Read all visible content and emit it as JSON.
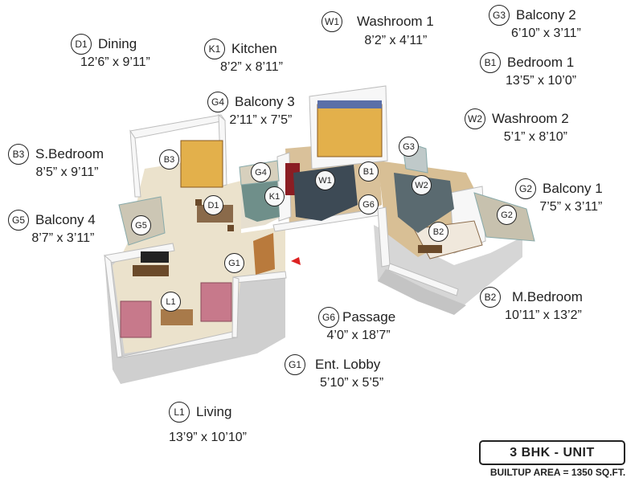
{
  "rooms": [
    {
      "code": "W1",
      "name": "Washroom 1",
      "size": "8’2” x 4’11”"
    },
    {
      "code": "G3",
      "name": "Balcony 2",
      "size": "6’10” x 3’11”"
    },
    {
      "code": "D1",
      "name": "Dining",
      "size": "12’6” x 9’11”"
    },
    {
      "code": "K1",
      "name": "Kitchen",
      "size": "8’2” x 8’11”"
    },
    {
      "code": "B1",
      "name": "Bedroom 1",
      "size": "13’5” x 10’0”"
    },
    {
      "code": "G4",
      "name": "Balcony 3",
      "size": "2’11” x 7’5”"
    },
    {
      "code": "W2",
      "name": "Washroom 2",
      "size": "5’1” x 8’10”"
    },
    {
      "code": "B3",
      "name": "S.Bedroom",
      "size": "8’5” x 9’11”"
    },
    {
      "code": "G2",
      "name": "Balcony 1",
      "size": "7’5” x 3’11”"
    },
    {
      "code": "G5",
      "name": "Balcony 4",
      "size": "8’7” x 3’11”"
    },
    {
      "code": "B2",
      "name": "M.Bedroom",
      "size": "10’11” x 13’2”"
    },
    {
      "code": "G6",
      "name": "Passage",
      "size": "4’0” x 18’7”"
    },
    {
      "code": "G1",
      "name": "Ent. Lobby",
      "size": "5’10” x 5’5”"
    },
    {
      "code": "L1",
      "name": "Living",
      "size": "13’9” x 10’10”"
    }
  ],
  "plan_markers": [
    "G3",
    "B3",
    "G4",
    "W1",
    "B1",
    "W2",
    "D1",
    "K1",
    "G6",
    "G2",
    "G5",
    "B2",
    "G1",
    "L1"
  ],
  "unit": {
    "label": "3 BHK - UNIT",
    "area": "BUILTUP AREA = 1350 SQ.FT."
  },
  "colors": {
    "wall_top": "#f6f6f6",
    "wall_side": "#d2d2d2",
    "floor_wood": "#dcc59c",
    "floor_tile": "#e9e3d3",
    "wardrobe": "#e3b04b",
    "sofa": "#c7798b",
    "kitchen_counter": "#6f8f8a",
    "glass": "#9fc7d8",
    "door": "#b97a3c",
    "entry_arrow": "#dd2222"
  }
}
